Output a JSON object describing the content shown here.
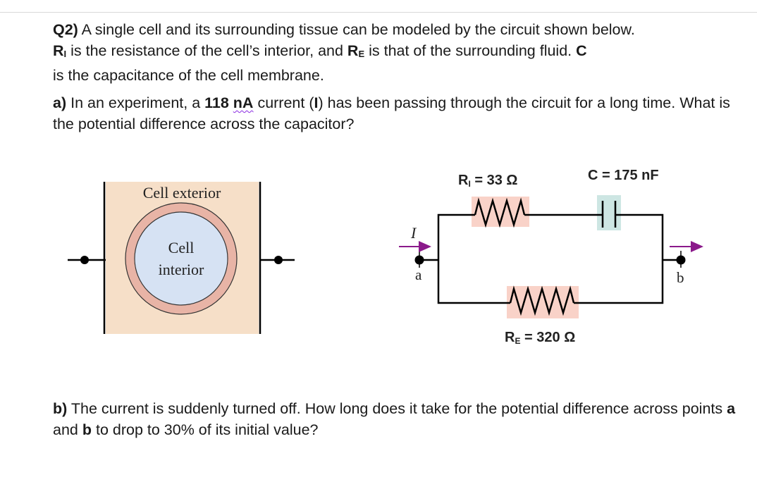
{
  "question": {
    "intro": {
      "q_label": "Q2)",
      "sentence1": " A single cell and its surrounding tissue can be modeled by the circuit shown below.",
      "ri_letter": "R",
      "ri_sub": "I",
      "sentence2": " is the resistance of the cell’s interior, and ",
      "re_letter": "R",
      "re_sub": "E",
      "sentence3": " is that of the surrounding fluid. ",
      "c_letter": "C",
      "sentence4": " is the capacitance of the cell membrane."
    },
    "part_a": {
      "label": "a)",
      "text1": " In an experiment, a ",
      "current_value": "118",
      "current_unit": "nA",
      "text2": " current (",
      "current_symbol": "I",
      "text3": ") has been passing through the circuit for a long time. What is the potential difference across the capacitor?"
    },
    "part_b": {
      "label": "b)",
      "text1": " The current is suddenly turned off. How long does it take for the potential difference across points ",
      "point_a": "a",
      "text2": " and ",
      "point_b": "b",
      "text3": " to drop to 30% of its initial value?"
    }
  },
  "figure_cell": {
    "exterior_label": "Cell exterior",
    "interior_label_line1": "Cell",
    "interior_label_line2": "interior",
    "colors": {
      "tissue": "#f6dfc8",
      "membrane": "#e8b4a6",
      "interior": "#d6e2f3"
    }
  },
  "figure_circuit": {
    "ri_label": "R",
    "ri_sub": "I",
    "ri_value": " = 33 Ω",
    "c_label": "C = 175 nF",
    "re_label": "R",
    "re_sub": "E",
    "re_value": " = 320 Ω",
    "current_label": "I",
    "node_a": "a",
    "node_b": "b",
    "colors": {
      "resistor_bg": "#f9d2c8",
      "capacitor_bg": "#cde6e3",
      "arrow": "#8b1a8b"
    }
  }
}
